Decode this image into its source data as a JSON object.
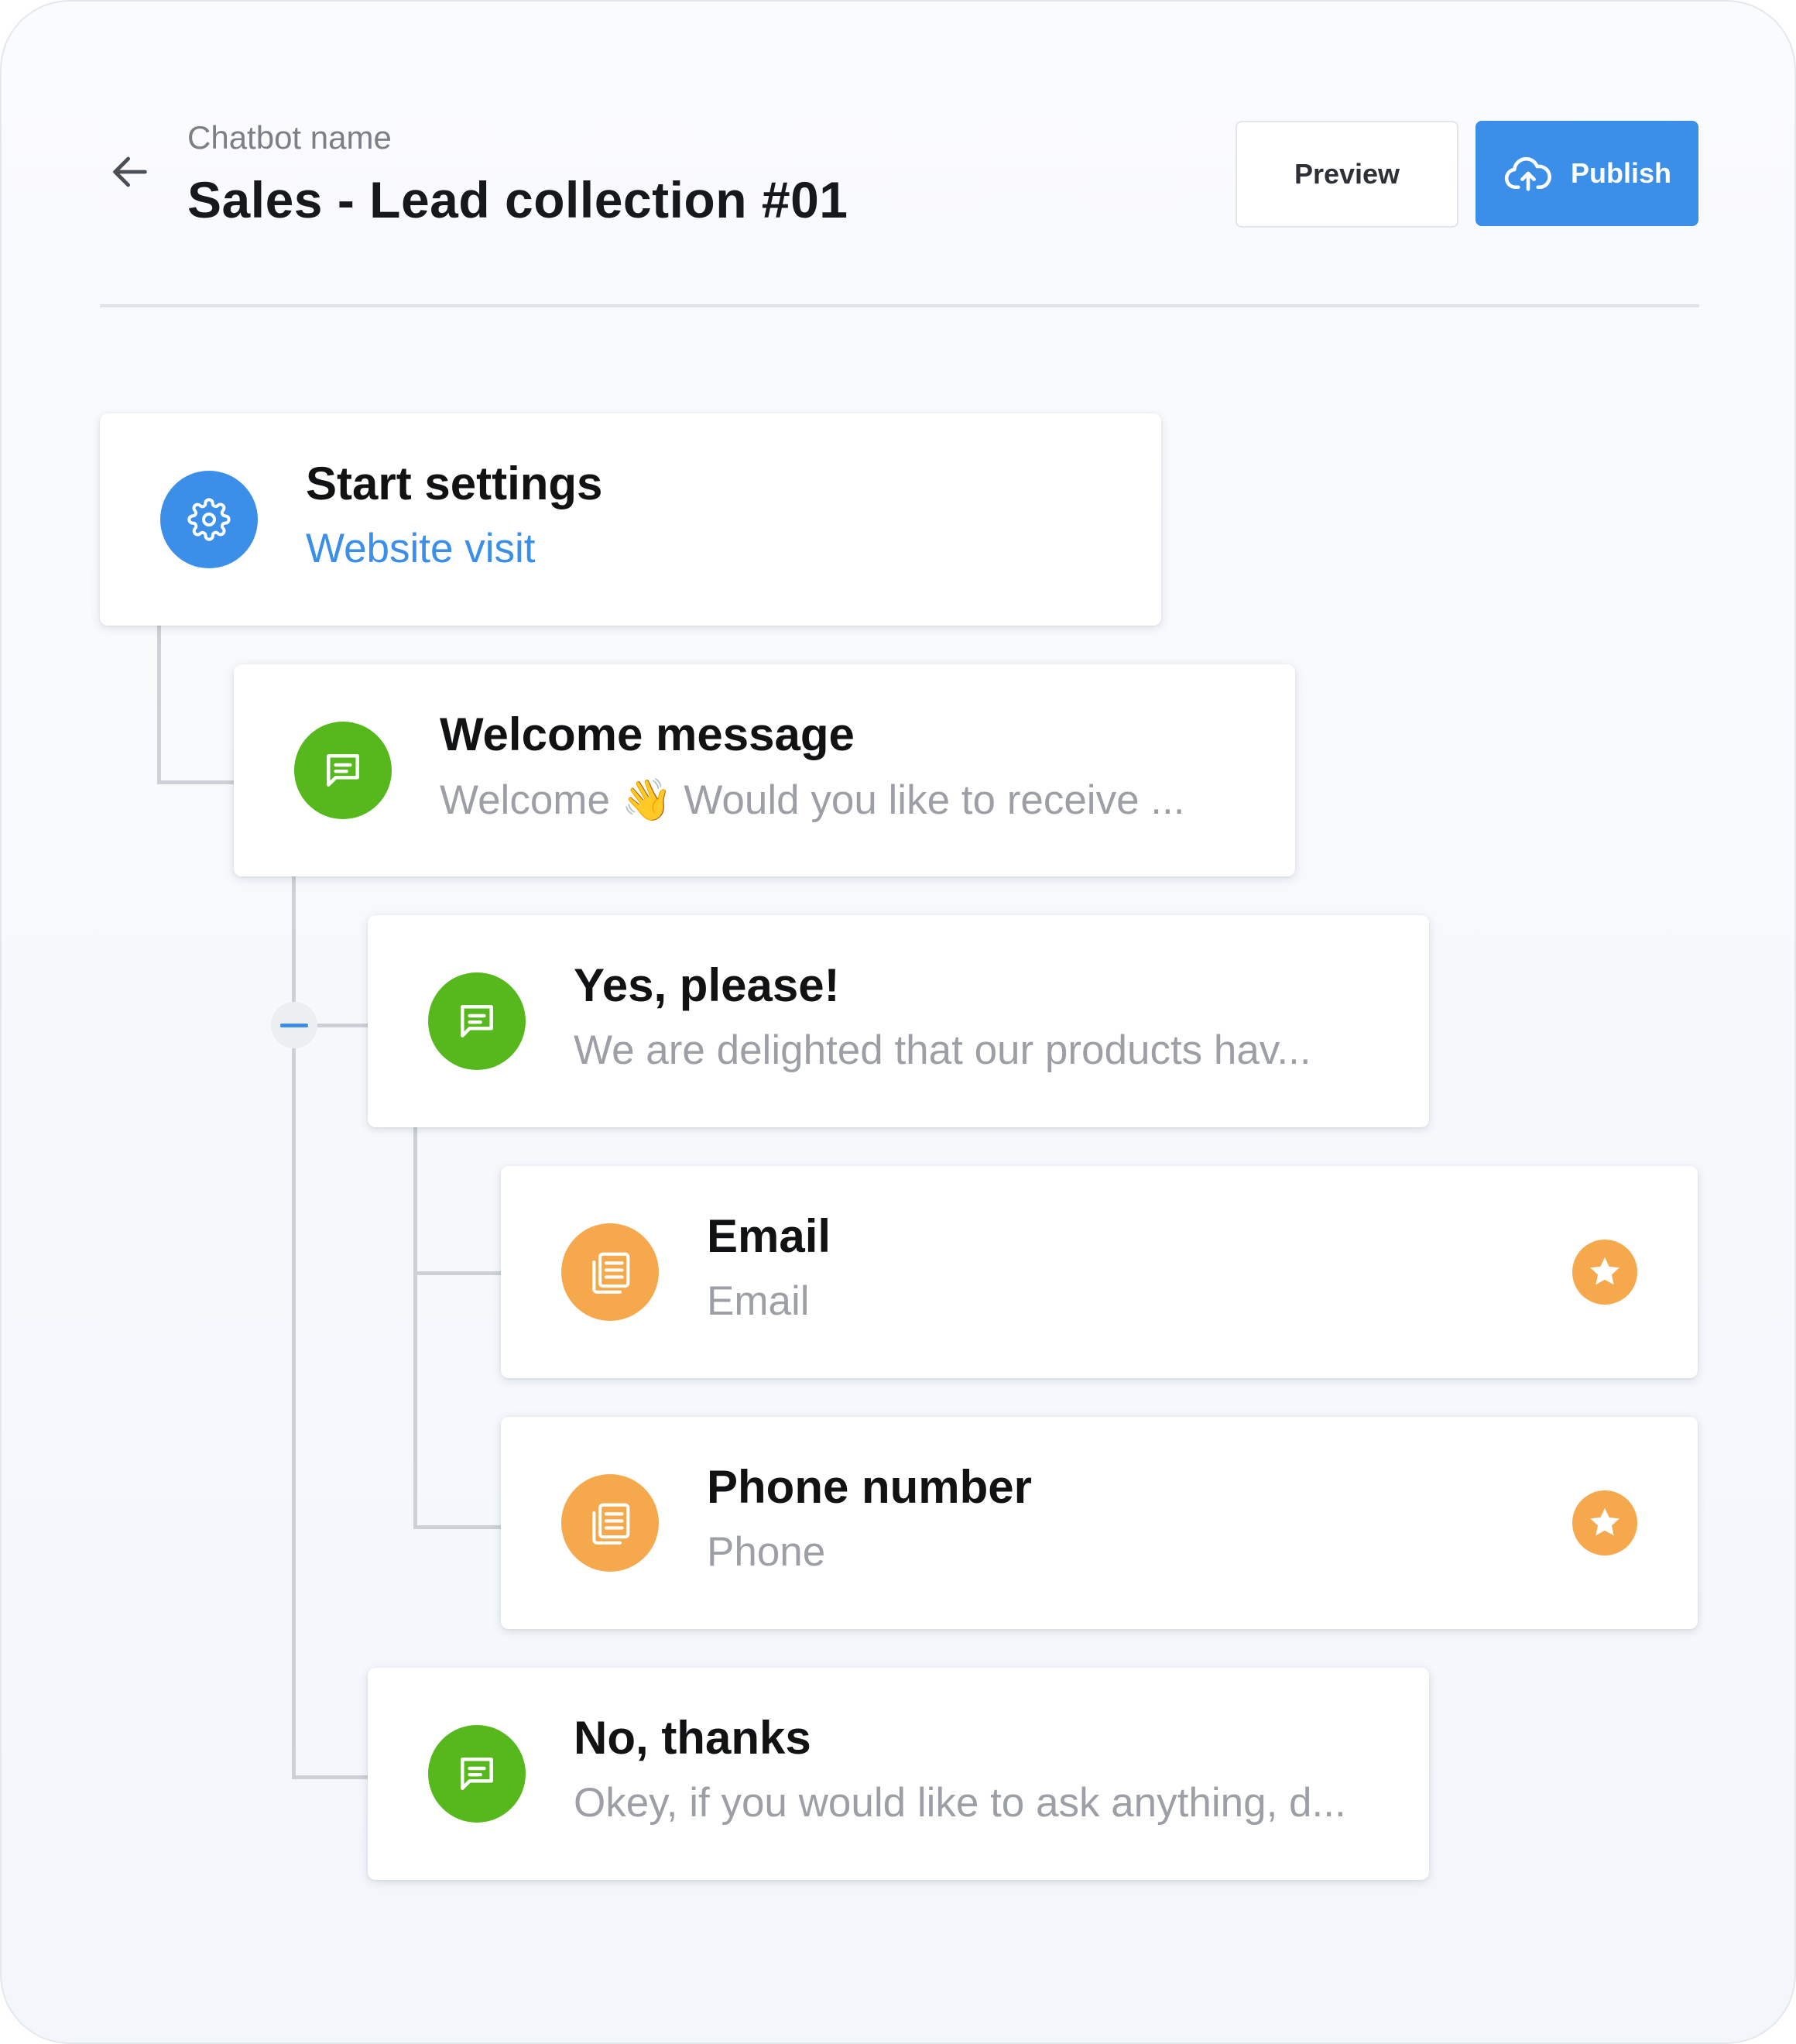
{
  "header": {
    "back_icon": "arrow-left-icon",
    "subtitle": "Chatbot name",
    "title": "Sales - Lead collection #01",
    "preview_label": "Preview",
    "publish_label": "Publish",
    "publish_icon": "cloud-upload-icon"
  },
  "colors": {
    "accent": "#3b8fe8",
    "message_green": "#56b81c",
    "field_orange": "#f5a94c"
  },
  "nodes": [
    {
      "title": "Start settings",
      "subtitle": "Website visit",
      "icon": "gear-icon"
    },
    {
      "title": "Welcome message",
      "subtitle": "Welcome 👋 Would you like to receive ...",
      "icon": "message-icon"
    },
    {
      "title": "Yes, please!",
      "subtitle": "We are delighted that our products hav...",
      "icon": "message-icon"
    },
    {
      "title": "Email",
      "subtitle": "Email",
      "icon": "form-icon",
      "badge_icon": "star-icon"
    },
    {
      "title": "Phone number",
      "subtitle": "Phone",
      "icon": "form-icon",
      "badge_icon": "star-icon"
    },
    {
      "title": "No, thanks",
      "subtitle": "Okey, if you would like to ask anything, d...",
      "icon": "message-icon"
    }
  ]
}
